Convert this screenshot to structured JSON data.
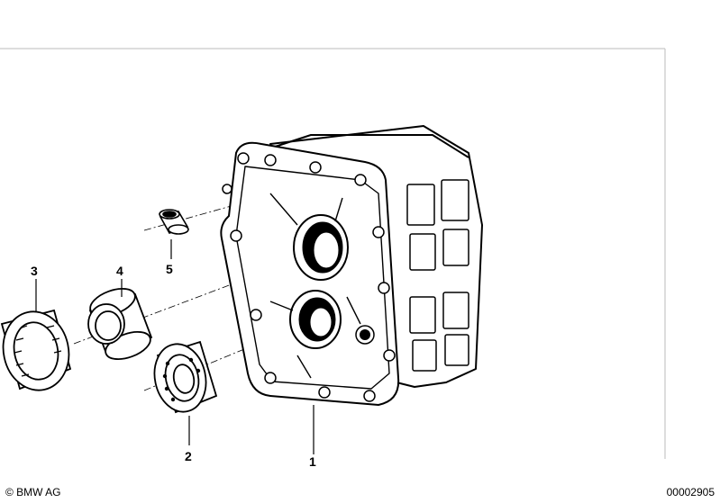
{
  "callouts": [
    {
      "id": "1",
      "label": "1"
    },
    {
      "id": "2",
      "label": "2"
    },
    {
      "id": "3",
      "label": "3"
    },
    {
      "id": "4",
      "label": "4"
    },
    {
      "id": "5",
      "label": "5"
    }
  ],
  "footer": {
    "copyright": "© BMW AG",
    "document_number": "00002905"
  }
}
